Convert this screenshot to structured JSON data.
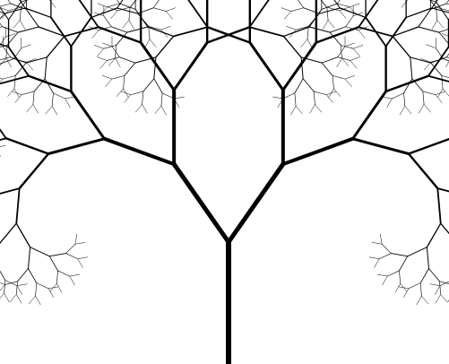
{
  "figure": {
    "subject": "fractal-binary-tree",
    "background_color": "#ffffff",
    "stroke_color": "#000000",
    "recursion_depth": 10,
    "branch_angle_deg": 35,
    "length_ratio": 0.78
  }
}
